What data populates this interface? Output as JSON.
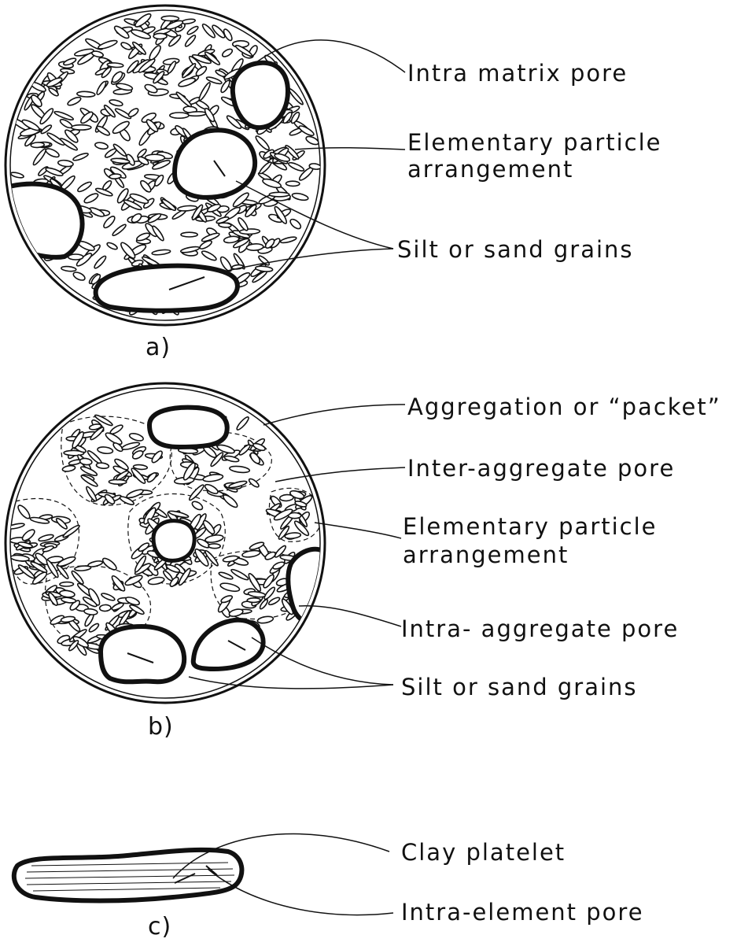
{
  "panels": [
    {
      "caption": "a)",
      "labels": [
        {
          "key": "intra_matrix_pore",
          "text": "Intra matrix pore"
        },
        {
          "key": "elementary_arrangement_1",
          "text": "Elementary particle"
        },
        {
          "key": "elementary_arrangement_2",
          "text": "arrangement"
        },
        {
          "key": "silt_grains",
          "text": "Silt or sand grains"
        }
      ]
    },
    {
      "caption": "b)",
      "labels": [
        {
          "key": "aggregation",
          "text": "Aggregation or “packet”"
        },
        {
          "key": "inter_aggregate",
          "text": "Inter-aggregate pore"
        },
        {
          "key": "elementary_arrangement_1",
          "text": "Elementary particle"
        },
        {
          "key": "elementary_arrangement_2",
          "text": "arrangement"
        },
        {
          "key": "intra_aggregate",
          "text": "Intra- aggregate pore"
        },
        {
          "key": "silt_grains",
          "text": "Silt or sand grains"
        }
      ]
    },
    {
      "caption": "c)",
      "labels": [
        {
          "key": "clay_platelet",
          "text": "Clay platelet"
        },
        {
          "key": "intra_element",
          "text": "Intra-element pore"
        }
      ]
    }
  ],
  "colors": {
    "ink": "#111111",
    "paper": "#ffffff"
  }
}
